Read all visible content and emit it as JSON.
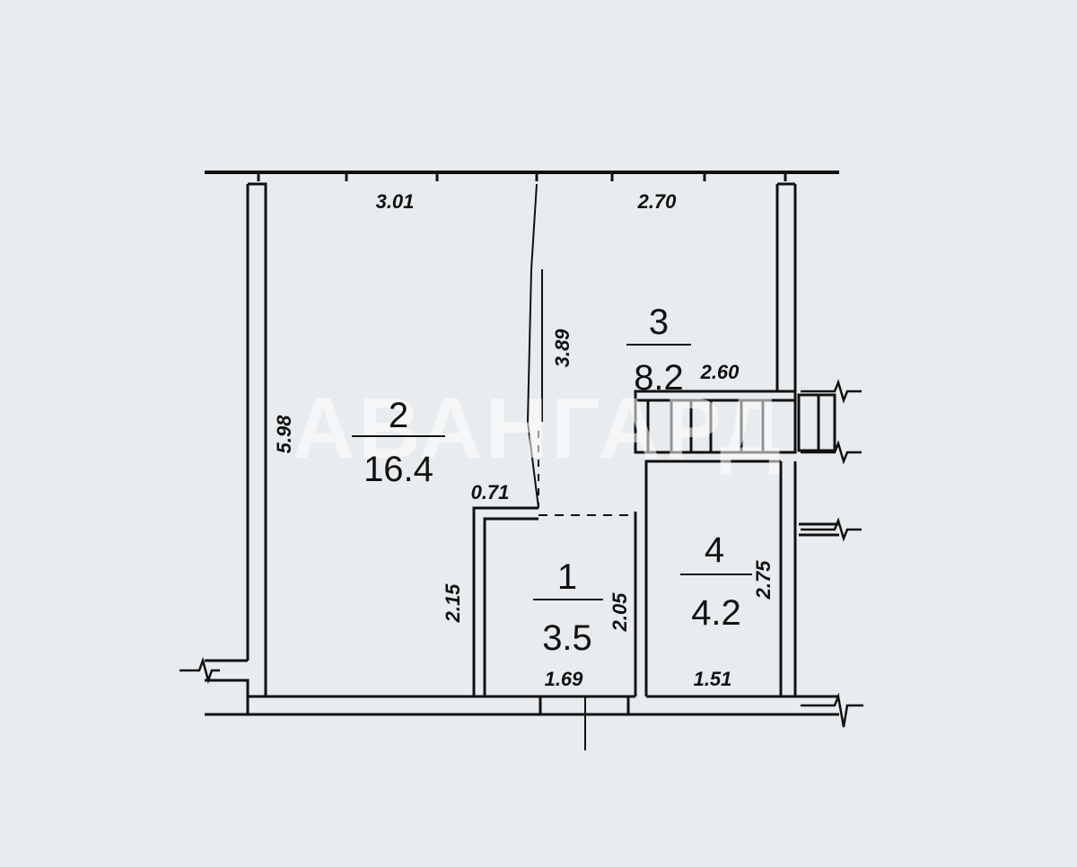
{
  "watermark": "АВАНГАРД",
  "dimensions": {
    "top_left": "3.01",
    "top_right": "2.70",
    "left_height": "5.98",
    "partition_height": "3.89",
    "corridor_step": "0.71",
    "lower_left_height": "2.15",
    "room1_height": "2.05",
    "room1_width": "1.69",
    "balcony_width": "2.60",
    "room4_height": "2.75",
    "room4_width": "1.51"
  },
  "rooms": [
    {
      "number": "1",
      "area": "3.5"
    },
    {
      "number": "2",
      "area": "16.4"
    },
    {
      "number": "3",
      "area": "8.2"
    },
    {
      "number": "4",
      "area": "4.2"
    }
  ]
}
